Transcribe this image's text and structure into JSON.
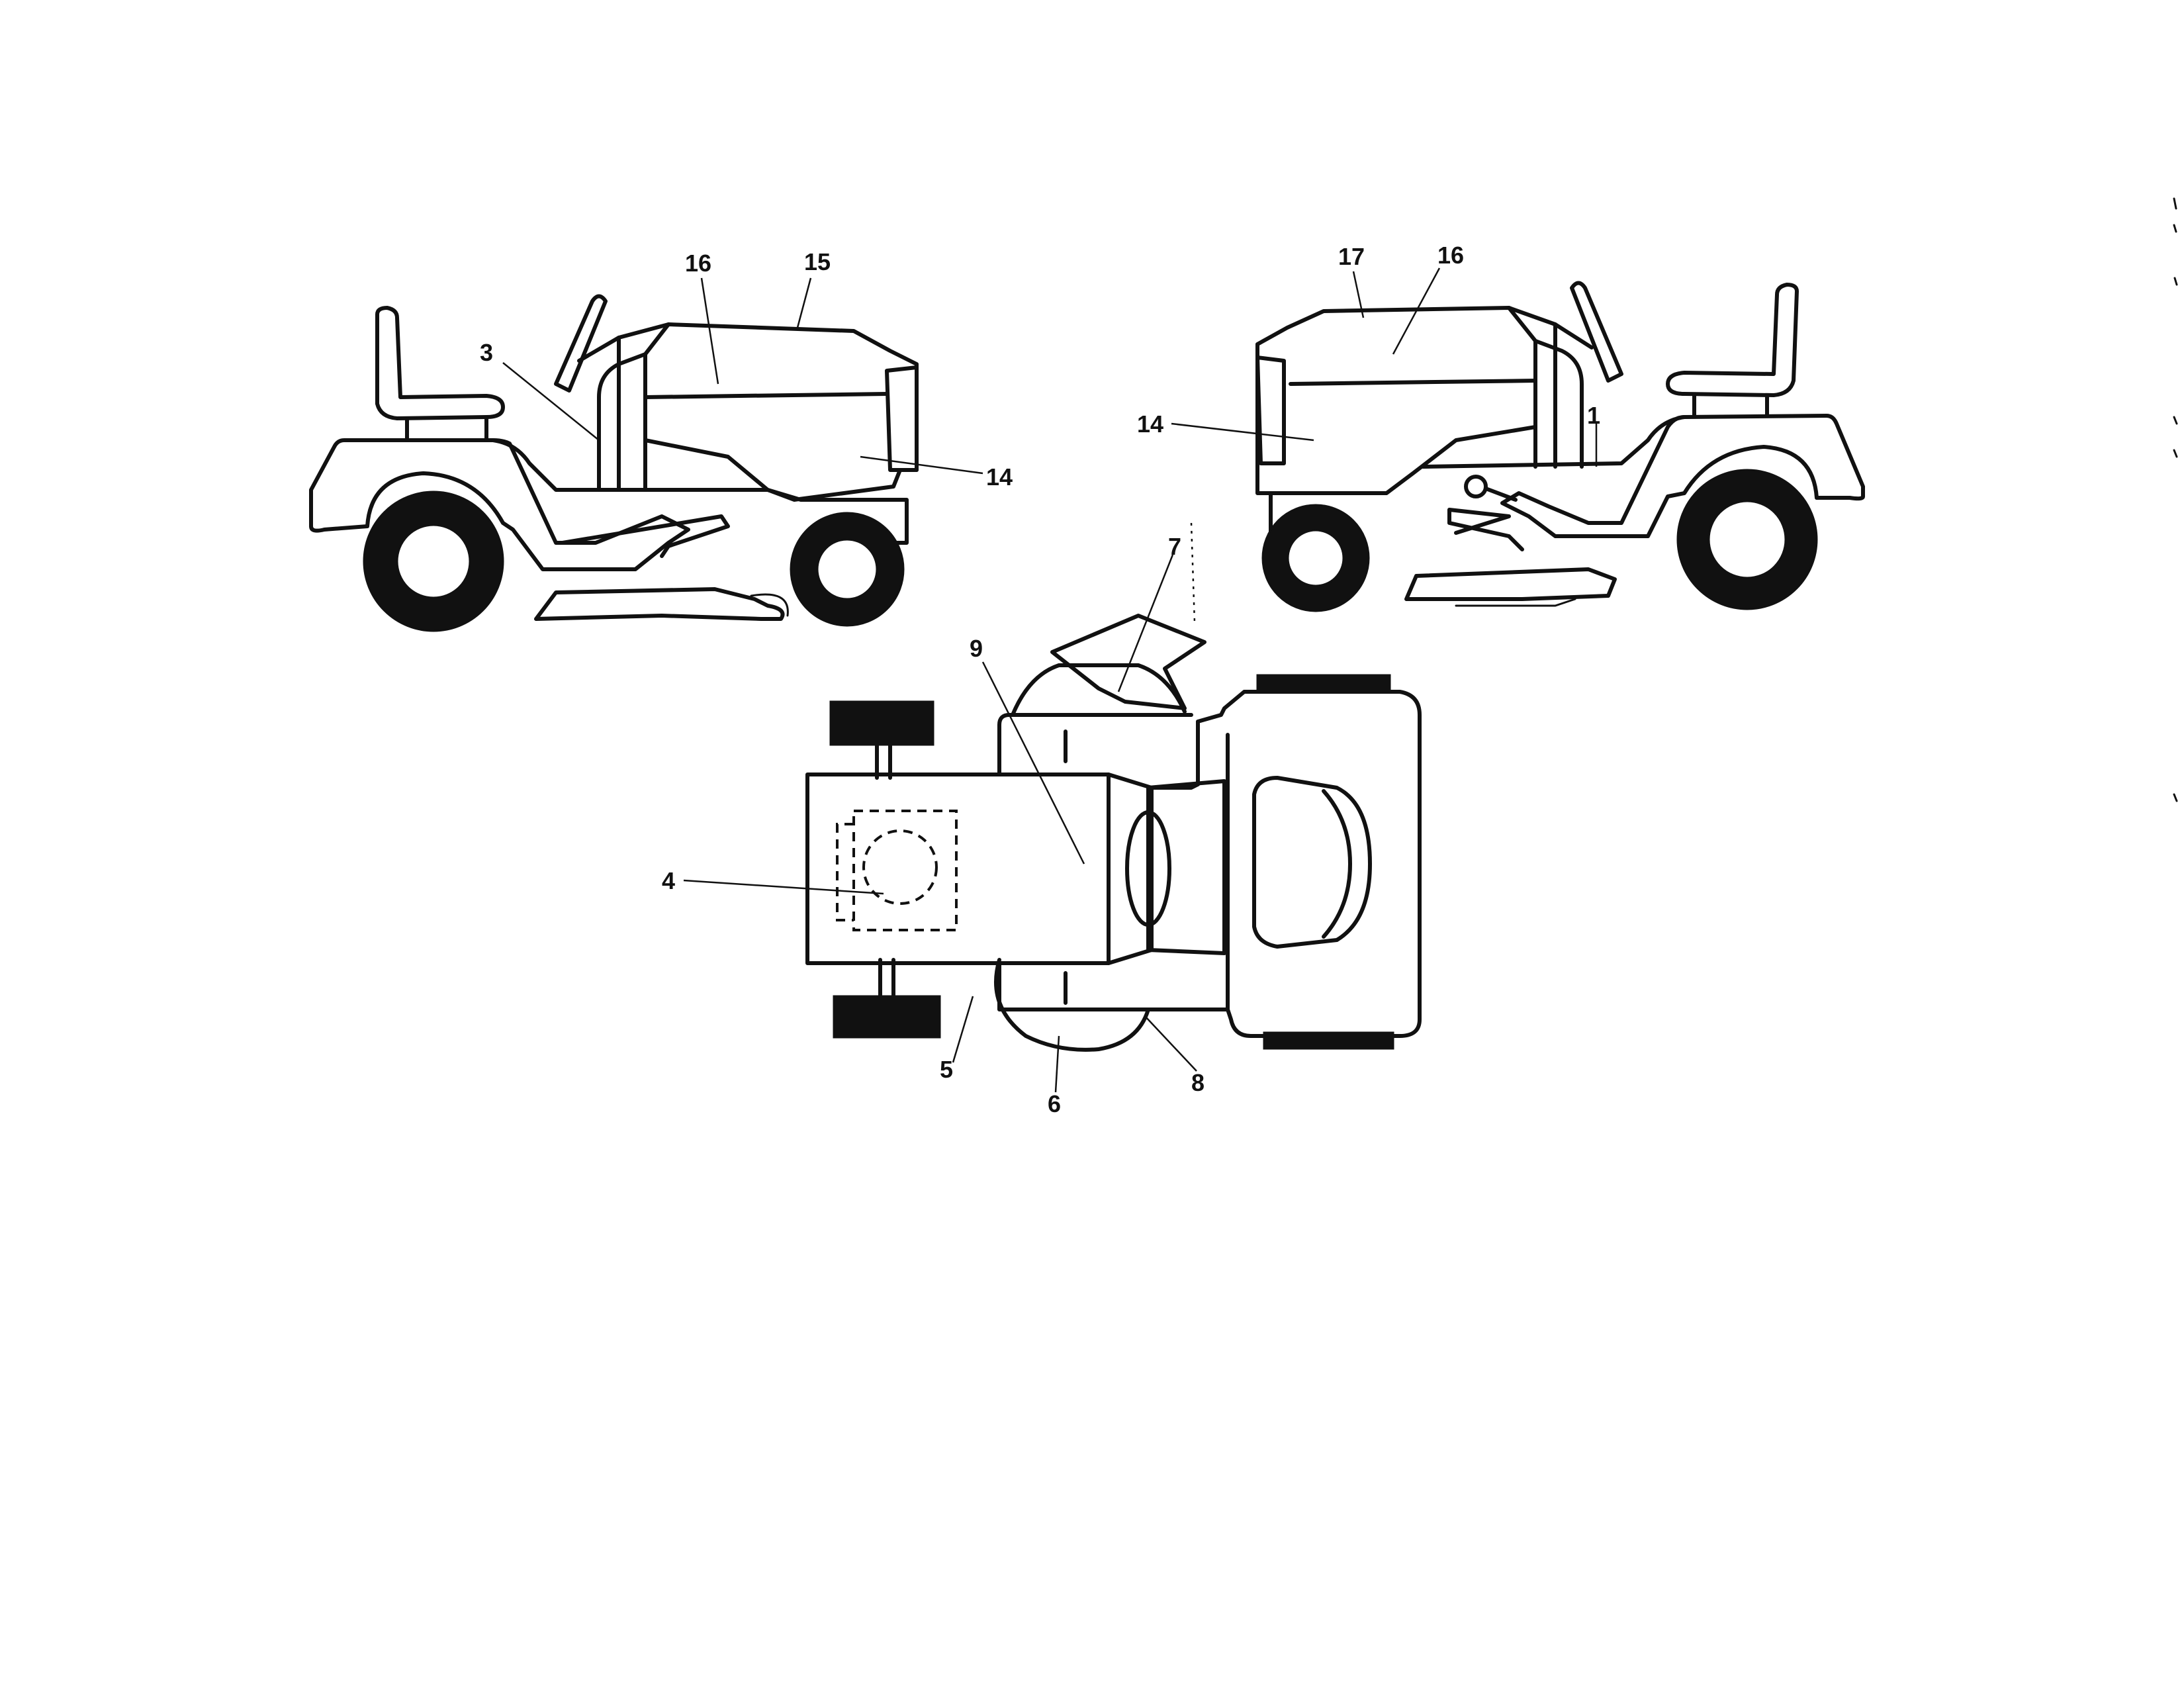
{
  "views": {
    "left_side": {
      "callouts": [
        {
          "id": "left-16",
          "text": "16"
        },
        {
          "id": "left-15",
          "text": "15"
        },
        {
          "id": "left-3",
          "text": "3"
        },
        {
          "id": "left-14",
          "text": "14"
        }
      ]
    },
    "right_side": {
      "callouts": [
        {
          "id": "right-17",
          "text": "17"
        },
        {
          "id": "right-16",
          "text": "16"
        },
        {
          "id": "right-14",
          "text": "14"
        },
        {
          "id": "right-1",
          "text": "1"
        }
      ]
    },
    "top": {
      "callouts": [
        {
          "id": "top-7",
          "text": "7"
        },
        {
          "id": "top-9",
          "text": "9"
        },
        {
          "id": "top-4",
          "text": "4"
        },
        {
          "id": "top-5",
          "text": "5"
        },
        {
          "id": "top-6",
          "text": "6"
        },
        {
          "id": "top-8",
          "text": "8"
        }
      ]
    }
  }
}
